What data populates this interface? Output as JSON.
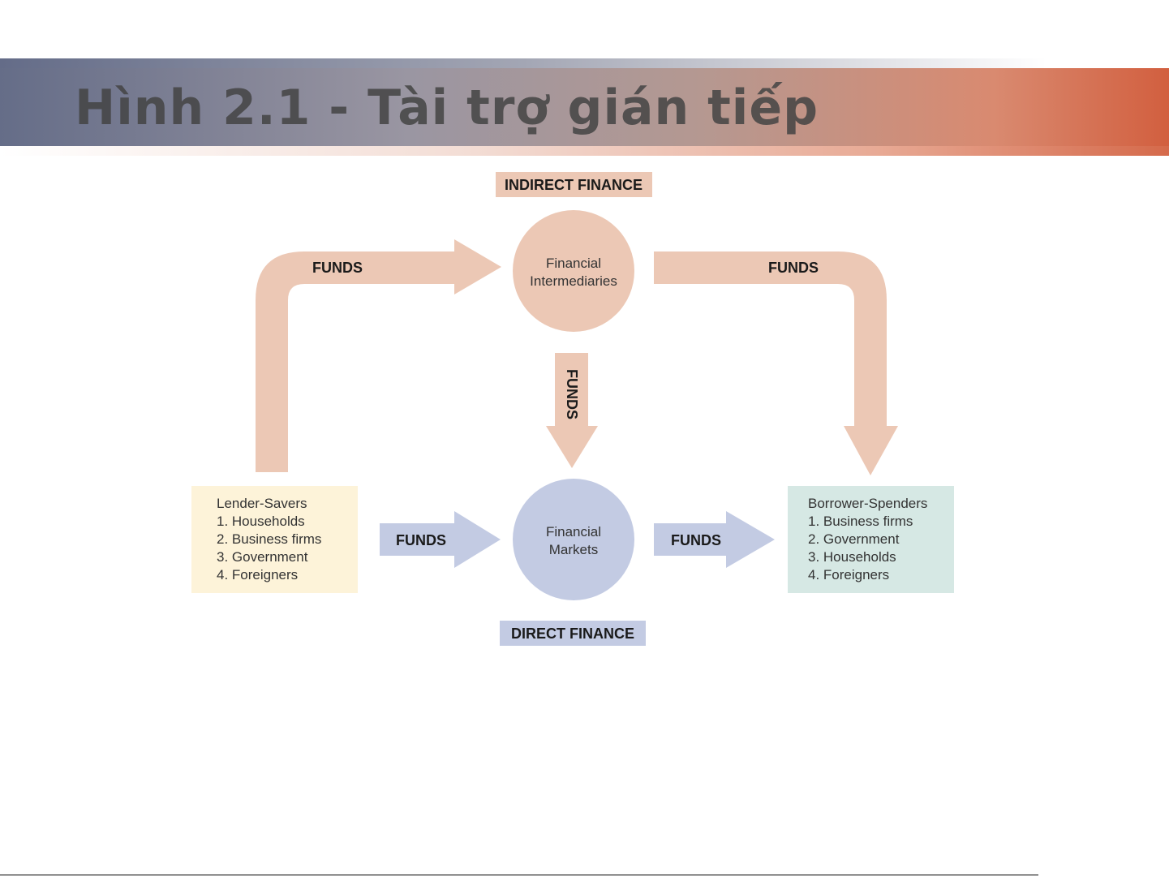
{
  "slide": {
    "title": "Hình 2.1 - Tài trợ gián tiếp"
  },
  "diagram": {
    "indirect_finance": "INDIRECT FINANCE",
    "direct_finance": "DIRECT FINANCE",
    "intermediaries": [
      "Financial",
      "Intermediaries"
    ],
    "markets": [
      "Financial",
      "Markets"
    ],
    "funds": "FUNDS",
    "lenders": {
      "title": "Lender-Savers",
      "items": [
        "1. Households",
        "2. Business firms",
        "3. Government",
        "4. Foreigners"
      ]
    },
    "borrowers": {
      "title": "Borrower-Spenders",
      "items": [
        "1. Business firms",
        "2. Government",
        "3. Households",
        "4. Foreigners"
      ]
    },
    "colors": {
      "indirect": "#ecc8b5",
      "direct": "#c3cbe3",
      "lender_box": "#fdf3d9",
      "borrower_box": "#d6e8e4"
    }
  }
}
